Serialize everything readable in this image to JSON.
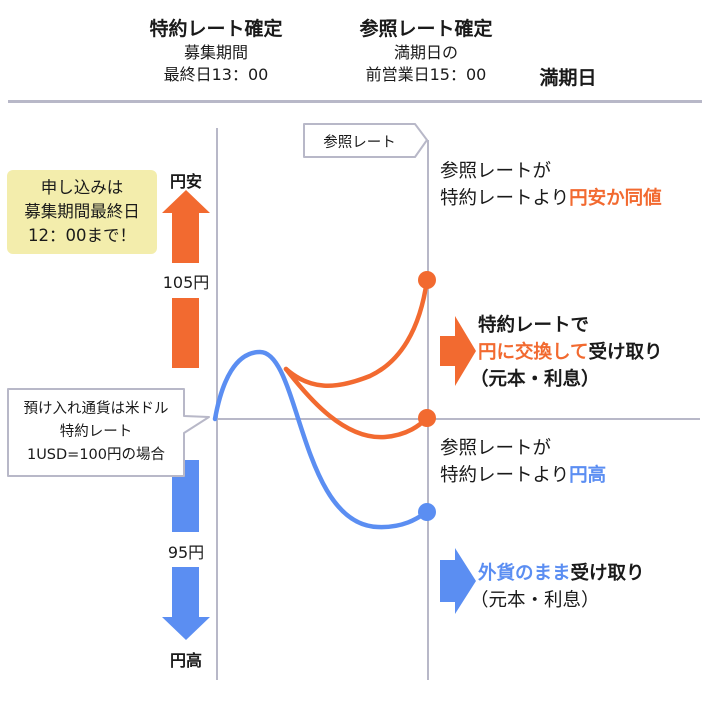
{
  "header": {
    "fixed_rate_title": "特約レート確定",
    "fixed_rate_sub1": "募集期間",
    "fixed_rate_sub2": "最終日13：00",
    "ref_rate_title": "参照レート確定",
    "ref_rate_sub1": "満期日の",
    "ref_rate_sub2": "前営業日15：00",
    "maturity_title": "満期日"
  },
  "left": {
    "yen_weak": "円安",
    "yen_strong": "円高",
    "rate_105": "105円",
    "rate_95": "95円",
    "deadline_note": [
      "申し込みは",
      "募集期間最終日",
      "12：00まで！"
    ],
    "condition_note": [
      "預け入れ通貨は米ドル",
      "特約レート",
      "1USD=100円の場合"
    ]
  },
  "right": {
    "ref_rate_label": "参照レート",
    "upper_case_line1": "参照レートが",
    "upper_case_line2_prefix": "特約レートより",
    "upper_case_line2_highlight": "円安か同値",
    "upper_result_line1": "特約レートで",
    "upper_result_highlight": "円に交換して",
    "upper_result_suffix": "受け取り",
    "upper_result_line3": "（元本・利息）",
    "lower_case_line1": "参照レートが",
    "lower_case_line2_prefix": "特約レートより",
    "lower_case_line2_highlight": "円高",
    "lower_result_highlight": "外貨のまま",
    "lower_result_suffix": "受け取り",
    "lower_result_line2": "（元本・利息）"
  },
  "colors": {
    "orange": "#f26a30",
    "blue": "#5b8ef2",
    "gray_line": "#b8b8c8",
    "note_yellow": "#f3edac"
  }
}
